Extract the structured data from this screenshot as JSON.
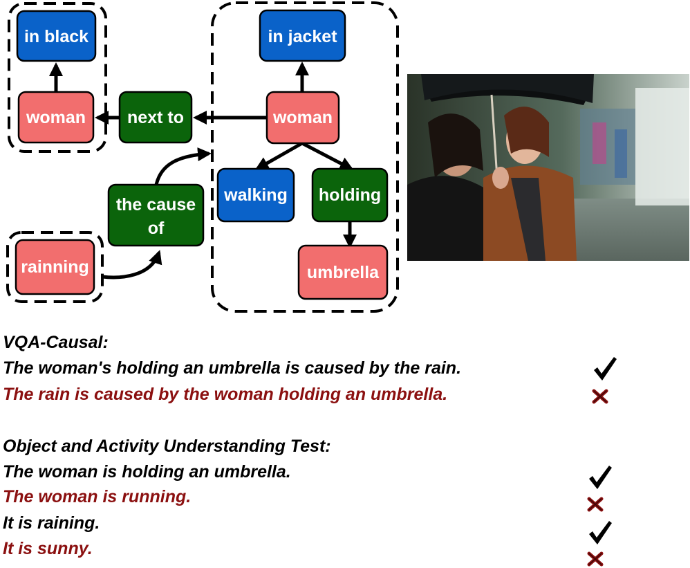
{
  "diagram": {
    "nodes": {
      "in_black": "in black",
      "woman_left": "woman",
      "next_to": "next to",
      "the_cause_of_1": "the cause",
      "the_cause_of_2": "of",
      "rainning": "rainning",
      "in_jacket": "in jacket",
      "woman_right": "woman",
      "walking": "walking",
      "holding": "holding",
      "umbrella": "umbrella"
    },
    "colors": {
      "object": "#f26e6e",
      "attribute": "#0a62c9",
      "relation": "#0b640b",
      "wrong_text": "#8b1010"
    }
  },
  "text": {
    "vqa_causal_heading": "VQA-Causal:",
    "vqa_true": "The woman's holding an umbrella is caused by the rain.",
    "vqa_false": "The rain is caused by the woman holding an umbrella.",
    "oau_heading": "Object and Activity Understanding Test:",
    "oau_1": "The woman is holding an umbrella.",
    "oau_2": "The woman is running.",
    "oau_3": "It is raining.",
    "oau_4": "It is sunny."
  }
}
